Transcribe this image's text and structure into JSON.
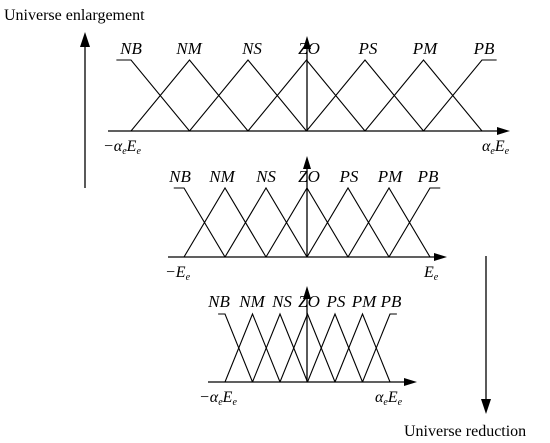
{
  "captions": {
    "enlargement": "Universe enlargement",
    "reduction": "Universe reduction"
  },
  "fuzzy_sets": [
    "NB",
    "NM",
    "NS",
    "ZO",
    "PS",
    "PM",
    "PB"
  ],
  "panels": [
    {
      "id": "enlarged",
      "labels": [
        "NB",
        "NM",
        "NS",
        "ZO",
        "PS",
        "PM",
        "PB"
      ],
      "axis_left": {
        "coef": "−α",
        "coef_sub": "e",
        "var": "E",
        "var_sub": "e"
      },
      "axis_right": {
        "coef": "α",
        "coef_sub": "e",
        "var": "E",
        "var_sub": "e"
      }
    },
    {
      "id": "base",
      "labels": [
        "NB",
        "NM",
        "NS",
        "ZO",
        "PS",
        "PM",
        "PB"
      ],
      "axis_left": {
        "var": "−E",
        "var_sub": "e"
      },
      "axis_right": {
        "var": "E",
        "var_sub": "e"
      }
    },
    {
      "id": "reduced",
      "labels": [
        "NB",
        "NM",
        "NS",
        "ZO",
        "PS",
        "PM",
        "PB"
      ],
      "axis_left": {
        "coef": "−α",
        "coef_sub": "e",
        "var": "E",
        "var_sub": "e"
      },
      "axis_right": {
        "coef": "α",
        "coef_sub": "e",
        "var": "E",
        "var_sub": "e"
      }
    }
  ]
}
